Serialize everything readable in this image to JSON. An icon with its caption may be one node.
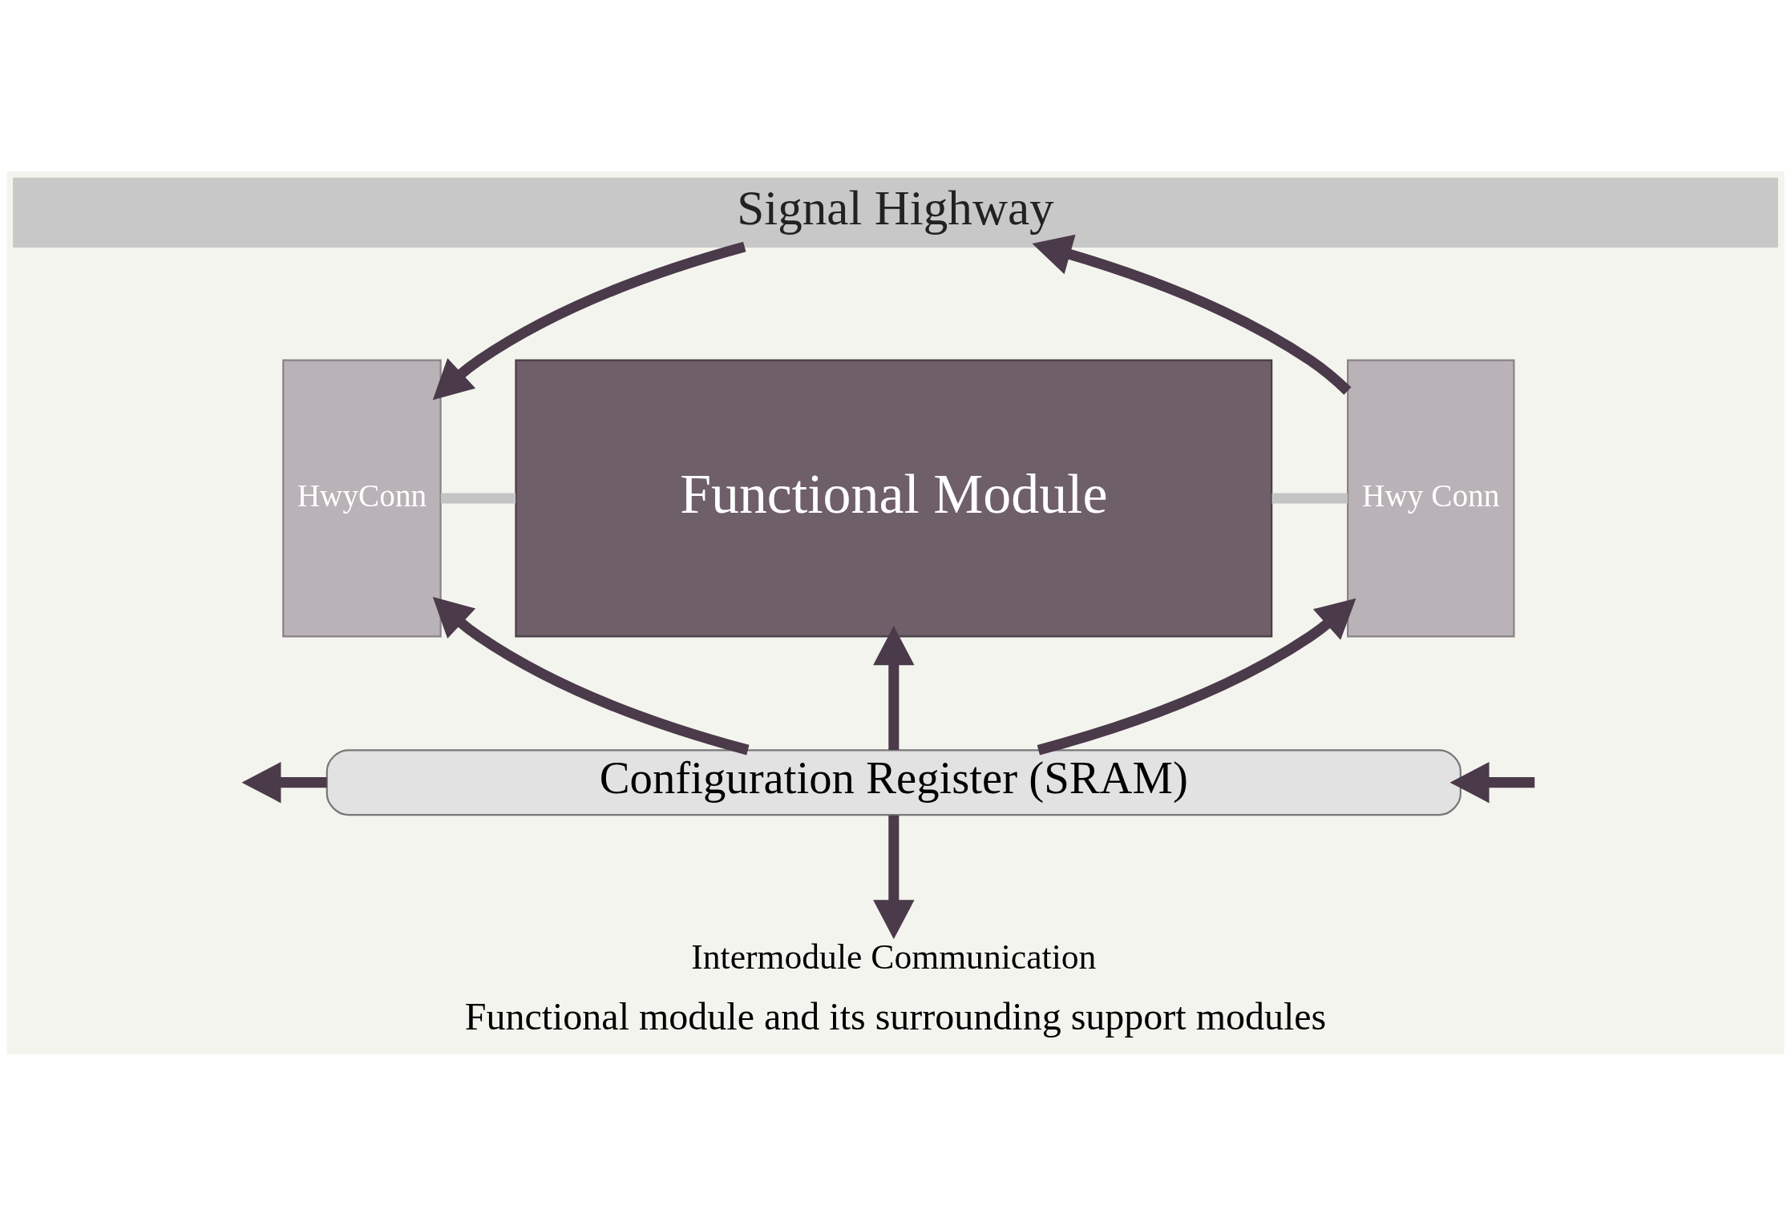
{
  "diagram": {
    "caption": "Functional module and its surrounding support modules",
    "nodes": [
      {
        "text": [
          "Signal Highway"
        ]
      },
      {
        "text": [
          "HwyConn"
        ]
      },
      {
        "text": [
          "Functional Module"
        ]
      },
      {
        "text": [
          "Hwy Conn"
        ]
      },
      {
        "text": [
          "Configuration Register (SRAM)"
        ]
      },
      {
        "text": [
          "Intermodule Communication"
        ]
      }
    ],
    "edges": [
      {
        "from": 0,
        "to": 1,
        "arrow": "to"
      },
      {
        "from": 3,
        "to": 0,
        "arrow": "to"
      },
      {
        "from": 1,
        "to": 2,
        "arrow": "none",
        "color": "#c4c4c4"
      },
      {
        "from": 2,
        "to": 3,
        "arrow": "none",
        "color": "#c4c4c4"
      },
      {
        "from": 4,
        "to": 1,
        "arrow": "to"
      },
      {
        "from": 4,
        "to": 2,
        "arrow": "to"
      },
      {
        "from": 4,
        "to": 3,
        "arrow": "to"
      },
      {
        "from": 4,
        "to": null,
        "arrow": "to"
      },
      {
        "from": null,
        "to": 4,
        "arrow": "to"
      },
      {
        "from": 4,
        "to": 5,
        "arrow": "to"
      }
    ]
  }
}
